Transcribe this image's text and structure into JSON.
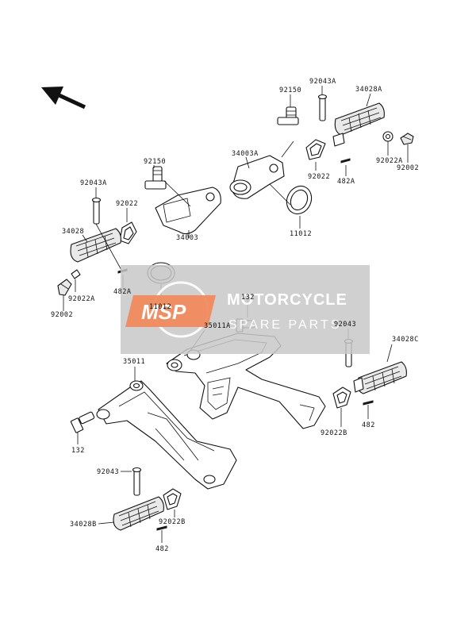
{
  "diagram": {
    "direction_icon": "front-arrow-icon",
    "labels": {
      "a_92150_top": "92150",
      "a_92043A_top": "92043A",
      "a_34028A": "34028A",
      "a_34003A": "34003A",
      "a_92022": "92022",
      "a_482A": "482A",
      "a_92022A_right": "92022A",
      "a_92002_right": "92002",
      "a_11012_right": "11012",
      "b_92150_left": "92150",
      "b_92043A_left": "92043A",
      "b_92022_left": "92022",
      "b_34028": "34028",
      "b_34003": "34003",
      "b_482A_left": "482A",
      "b_92022A_left": "92022A",
      "b_92002_left": "92002",
      "b_11012_left": "11012",
      "c_132_mid": "132",
      "c_35011A": "35011A",
      "c_35011": "35011",
      "c_132_left": "132",
      "d_92043_right": "92043",
      "d_34028C": "34028C",
      "d_92022B_right": "92022B",
      "d_482_right": "482",
      "e_92043_bottom": "92043",
      "e_34028B": "34028B",
      "e_92022B_bottom": "92022B",
      "e_482_bottom": "482"
    }
  },
  "watermark": {
    "logo_text": "MSP",
    "title": "MOTORCYCLE",
    "subtitle": "SPARE PARTS",
    "accent": "#f08a5d"
  }
}
